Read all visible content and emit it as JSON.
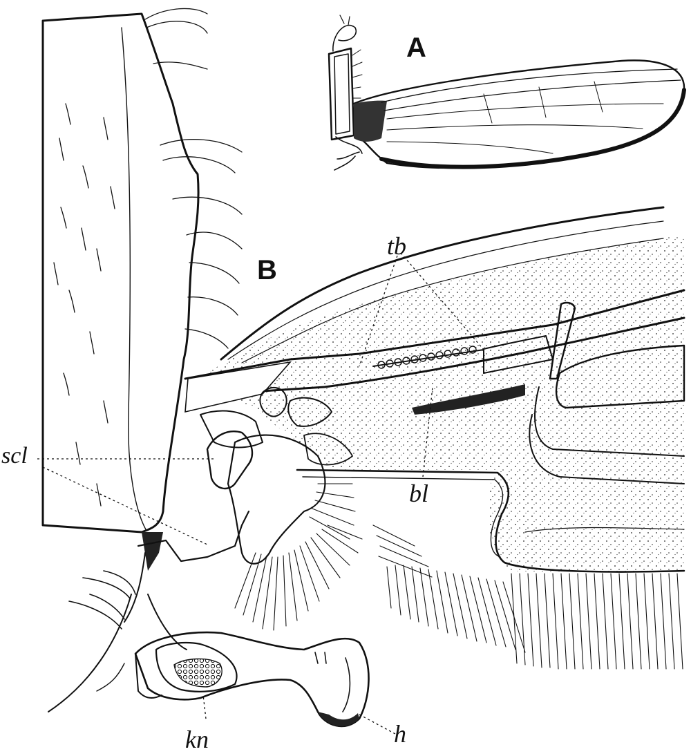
{
  "figure": {
    "panel_labels": {
      "a": "A",
      "b": "B"
    },
    "structure_labels": {
      "tb": "tb",
      "bl": "bl",
      "scl": "scl",
      "kn": "kn",
      "h": "h"
    },
    "ink_color": "#111111",
    "paper_color": "#ffffff"
  }
}
